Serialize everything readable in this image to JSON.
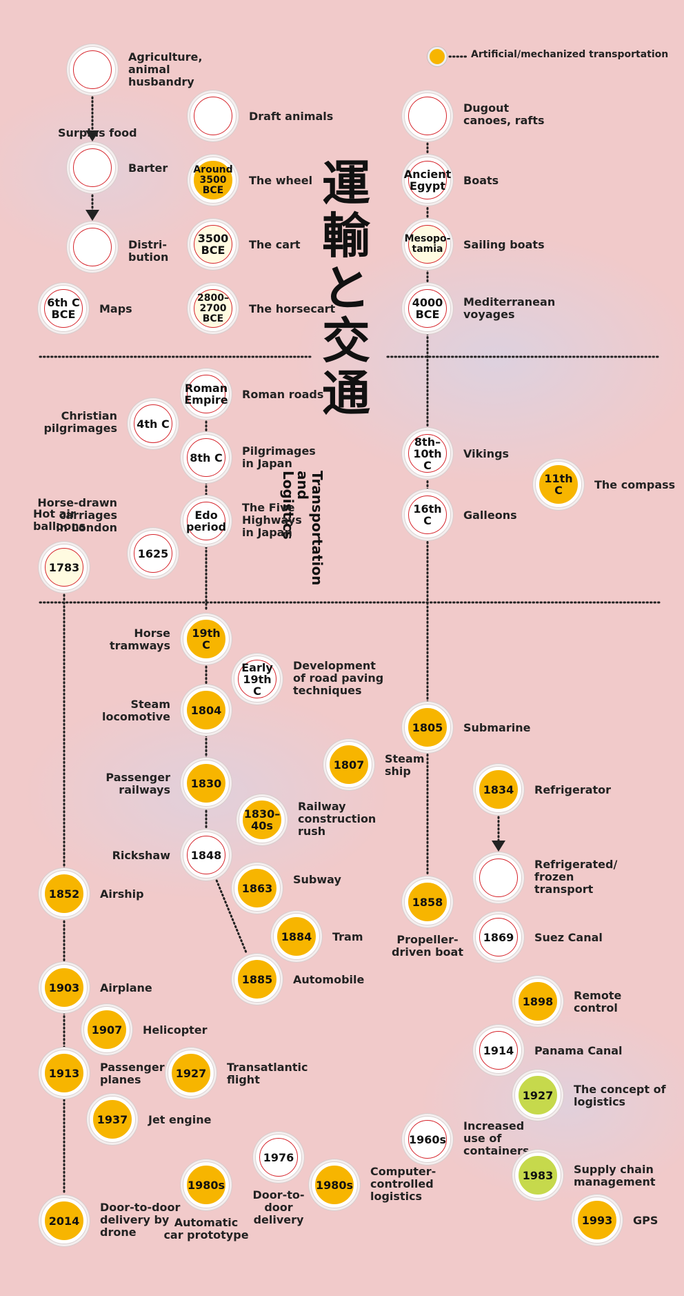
{
  "title": {
    "japanese": "運\n輸\nと\n交\n通",
    "english": "Transportation\nand\nLogistics"
  },
  "legend": {
    "label": "Artificial/mechanized transportation",
    "color": "#f7b500"
  },
  "colors": {
    "mechanized": "#f7b500",
    "logistics_concept": "#c6d94c",
    "ring": "#d5232a",
    "background": "#f1caca"
  },
  "nodes": [
    {
      "id": "n1",
      "text": "",
      "label": "Agriculture,\nanimal\nhusbandry",
      "type": "plain"
    },
    {
      "id": "n2",
      "text": "",
      "label": "Barter",
      "type": "plain"
    },
    {
      "id": "n3",
      "text": "",
      "label": "Distri-\nbution",
      "type": "plain"
    },
    {
      "id": "n4",
      "text": "6th C\nBCE",
      "label": "Maps",
      "type": "plain"
    },
    {
      "id": "n5",
      "text": "",
      "label": "Draft animals",
      "type": "plain"
    },
    {
      "id": "n6",
      "text": "Around\n3500\nBCE",
      "label": "The wheel",
      "type": "mech"
    },
    {
      "id": "n7",
      "text": "3500\nBCE",
      "label": "The cart",
      "type": "cream"
    },
    {
      "id": "n8",
      "text": "2800–\n2700\nBCE",
      "label": "The horsecart",
      "type": "cream"
    },
    {
      "id": "n9",
      "text": "",
      "label": "Dugout\ncanoes, rafts",
      "type": "plain"
    },
    {
      "id": "n10",
      "text": "Ancient\nEgypt",
      "label": "Boats",
      "type": "plain"
    },
    {
      "id": "n11",
      "text": "Mesopo-\ntamia",
      "label": "Sailing boats",
      "type": "cream"
    },
    {
      "id": "n12",
      "text": "4000\nBCE",
      "label": "Mediterranean\nvoyages",
      "type": "plain"
    },
    {
      "id": "n13",
      "text": "Roman\nEmpire",
      "label": "Roman roads",
      "type": "plain"
    },
    {
      "id": "n14",
      "text": "4th C",
      "label": "Christian\npilgrimages",
      "type": "plain"
    },
    {
      "id": "n15",
      "text": "8th C",
      "label": "Pilgrimages\nin Japan",
      "type": "plain"
    },
    {
      "id": "n16",
      "text": "Edo\nperiod",
      "label": "The Five\nHighways\nin Japan",
      "type": "plain"
    },
    {
      "id": "n17",
      "text": "1625",
      "label": "Horse-drawn\ncarriages\nin London",
      "type": "plain"
    },
    {
      "id": "n18",
      "text": "1783",
      "label": "Hot air\nballoons",
      "type": "cream"
    },
    {
      "id": "n19",
      "text": "8th–\n10th C",
      "label": "Vikings",
      "type": "plain"
    },
    {
      "id": "n20",
      "text": "16th C",
      "label": "Galleons",
      "type": "plain"
    },
    {
      "id": "n21",
      "text": "11th C",
      "label": "The compass",
      "type": "mech"
    },
    {
      "id": "n22",
      "text": "19th C",
      "label": "Horse\ntramways",
      "type": "mech"
    },
    {
      "id": "n23",
      "text": "Early\n19th C",
      "label": "Development\nof road paving\ntechniques",
      "type": "plain"
    },
    {
      "id": "n24",
      "text": "1804",
      "label": "Steam\nlocomotive",
      "type": "mech"
    },
    {
      "id": "n25",
      "text": "1830",
      "label": "Passenger\nrailways",
      "type": "mech"
    },
    {
      "id": "n26",
      "text": "1830–\n40s",
      "label": "Railway\nconstruction\nrush",
      "type": "mech"
    },
    {
      "id": "n27",
      "text": "1848",
      "label": "Rickshaw",
      "type": "plain"
    },
    {
      "id": "n28",
      "text": "1863",
      "label": "Subway",
      "type": "mech"
    },
    {
      "id": "n29",
      "text": "1884",
      "label": "Tram",
      "type": "mech"
    },
    {
      "id": "n30",
      "text": "1885",
      "label": "Automobile",
      "type": "mech"
    },
    {
      "id": "n31",
      "text": "1805",
      "label": "Submarine",
      "type": "mech"
    },
    {
      "id": "n32",
      "text": "1807",
      "label": "Steam\nship",
      "type": "mech"
    },
    {
      "id": "n33",
      "text": "1858",
      "label": "Propeller-\ndriven boat",
      "type": "mech"
    },
    {
      "id": "n34",
      "text": "1834",
      "label": "Refrigerator",
      "type": "mech"
    },
    {
      "id": "n35",
      "text": "",
      "label": "Refrigerated/\nfrozen\ntransport",
      "type": "plain"
    },
    {
      "id": "n36",
      "text": "1869",
      "label": "Suez Canal",
      "type": "plain"
    },
    {
      "id": "n37",
      "text": "1898",
      "label": "Remote\ncontrol",
      "type": "mech"
    },
    {
      "id": "n38",
      "text": "1914",
      "label": "Panama Canal",
      "type": "plain"
    },
    {
      "id": "n39",
      "text": "1927",
      "label": "The concept of\nlogistics",
      "type": "green"
    },
    {
      "id": "n40",
      "text": "1960s",
      "label": "Increased\nuse of\ncontainers",
      "type": "plain"
    },
    {
      "id": "n41",
      "text": "1983",
      "label": "Supply chain\nmanagement",
      "type": "green"
    },
    {
      "id": "n42",
      "text": "1993",
      "label": "GPS",
      "type": "mech"
    },
    {
      "id": "n43",
      "text": "1852",
      "label": "Airship",
      "type": "mech"
    },
    {
      "id": "n44",
      "text": "1903",
      "label": "Airplane",
      "type": "mech"
    },
    {
      "id": "n45",
      "text": "1907",
      "label": "Helicopter",
      "type": "mech"
    },
    {
      "id": "n46",
      "text": "1913",
      "label": "Passenger\nplanes",
      "type": "mech"
    },
    {
      "id": "n47",
      "text": "1937",
      "label": "Jet engine",
      "type": "mech"
    },
    {
      "id": "n48",
      "text": "1927",
      "label": "Transatlantic\nflight",
      "type": "mech"
    },
    {
      "id": "n49",
      "text": "2014",
      "label": "Door-to-door\ndelivery by\ndrone",
      "type": "mech"
    },
    {
      "id": "n50",
      "text": "1980s",
      "label": "Automatic\ncar prototype",
      "type": "mech"
    },
    {
      "id": "n51",
      "text": "1976",
      "label": "Door-to-\ndoor\ndelivery",
      "type": "plain"
    },
    {
      "id": "n52",
      "text": "1980s",
      "label": "Computer-\ncontrolled\nlogistics",
      "type": "mech"
    }
  ],
  "annotations": [
    {
      "id": "a1",
      "text": "Surplus food"
    }
  ],
  "connections": [
    {
      "from": "n1",
      "to": "n2",
      "arrow": true
    },
    {
      "from": "n2",
      "to": "n3",
      "arrow": true
    },
    {
      "from": "n34",
      "to": "n35",
      "arrow": true
    },
    {
      "from": "n13",
      "to": "n22",
      "arrow": false
    },
    {
      "from": "n22",
      "to": "n27",
      "arrow": false
    },
    {
      "from": "n27",
      "to": "n30",
      "arrow": false
    },
    {
      "from": "n9",
      "to": "n33",
      "arrow": false
    },
    {
      "from": "n18",
      "to": "n49",
      "arrow": false
    }
  ]
}
